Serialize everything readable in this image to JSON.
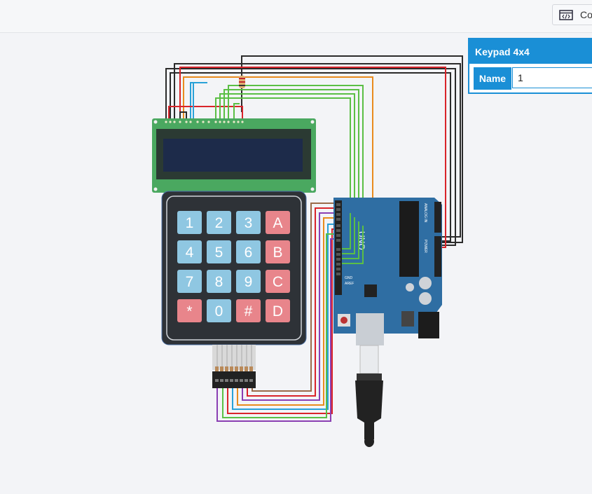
{
  "toolbar": {
    "code_button_label": "Code",
    "code_icon": "code-editor-icon"
  },
  "inspector": {
    "title": "Keypad 4x4",
    "name_label": "Name",
    "name_value": "1"
  },
  "keypad": {
    "keys": [
      {
        "label": "1",
        "type": "num"
      },
      {
        "label": "2",
        "type": "num"
      },
      {
        "label": "3",
        "type": "num"
      },
      {
        "label": "A",
        "type": "letter"
      },
      {
        "label": "4",
        "type": "num"
      },
      {
        "label": "5",
        "type": "num"
      },
      {
        "label": "6",
        "type": "num"
      },
      {
        "label": "B",
        "type": "letter"
      },
      {
        "label": "7",
        "type": "num"
      },
      {
        "label": "8",
        "type": "num"
      },
      {
        "label": "9",
        "type": "num"
      },
      {
        "label": "C",
        "type": "letter"
      },
      {
        "label": "*",
        "type": "letter"
      },
      {
        "label": "0",
        "type": "num"
      },
      {
        "label": "#",
        "type": "letter"
      },
      {
        "label": "D",
        "type": "letter"
      }
    ]
  },
  "arduino": {
    "board_text": "UNO",
    "analog_label": "ANALOG IN",
    "power_label": "POWER",
    "gnd_label": "GND",
    "aref_label": "AREF"
  },
  "colors": {
    "accent": "#1a8fd6",
    "lcd_board": "#4aa860",
    "lcd_screen": "#1d2b4a",
    "keypad_body": "#2e3237",
    "key_blue": "#8fc7e2",
    "key_red": "#e8858b",
    "arduino_board": "#2f6ea3",
    "wire_black": "#2b2b2b",
    "wire_red": "#d9242a",
    "wire_green": "#5bbf45",
    "wire_orange": "#e98b1e",
    "wire_blue": "#29a1d8",
    "wire_brown": "#9a6b4a",
    "wire_purple": "#8a3fb3"
  }
}
